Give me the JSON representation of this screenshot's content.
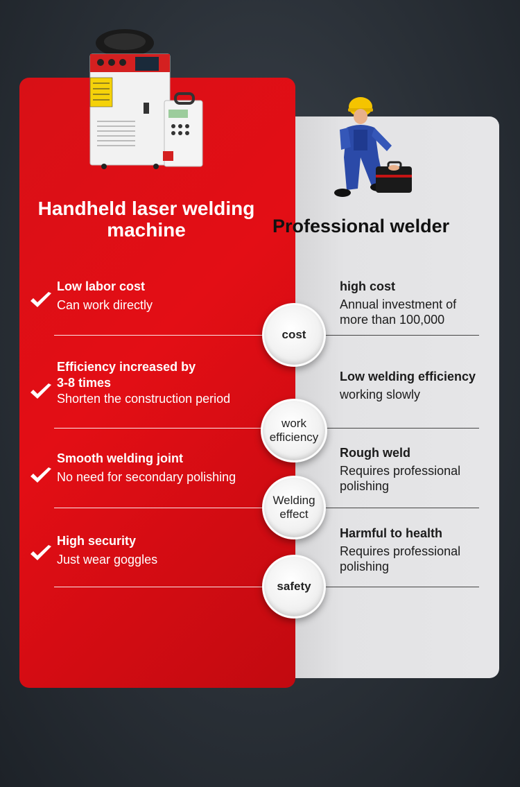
{
  "left_title": "Handheld laser welding machine",
  "right_title": "Professional welder",
  "rows": [
    {
      "category": "cost",
      "left_heading": "Low labor cost",
      "left_detail": "Can work directly",
      "right_heading": "high cost",
      "right_detail": "Annual investment of more than 100,000"
    },
    {
      "category": "work efficiency",
      "left_heading": "Efficiency increased by 3-8 times",
      "left_detail": "Shorten the construction period",
      "right_heading": "Low welding efficiency",
      "right_detail": "working slowly"
    },
    {
      "category": "Welding effect",
      "left_heading": "Smooth welding joint",
      "left_detail": "No need for secondary polishing",
      "right_heading": "Rough weld",
      "right_detail": "Requires professional polishing"
    },
    {
      "category": "safety",
      "left_heading": "High security",
      "left_detail": "Just wear goggles",
      "right_heading": "Harmful to health",
      "right_detail": "Requires professional polishing"
    }
  ],
  "icons": {
    "check": "checkmark-icon",
    "machine": "laser-welding-machine-image",
    "person": "welder-with-toolbox-image"
  },
  "colors": {
    "accent": "#e30e15",
    "background": "#2a3037",
    "panel": "#e6e6e8"
  }
}
